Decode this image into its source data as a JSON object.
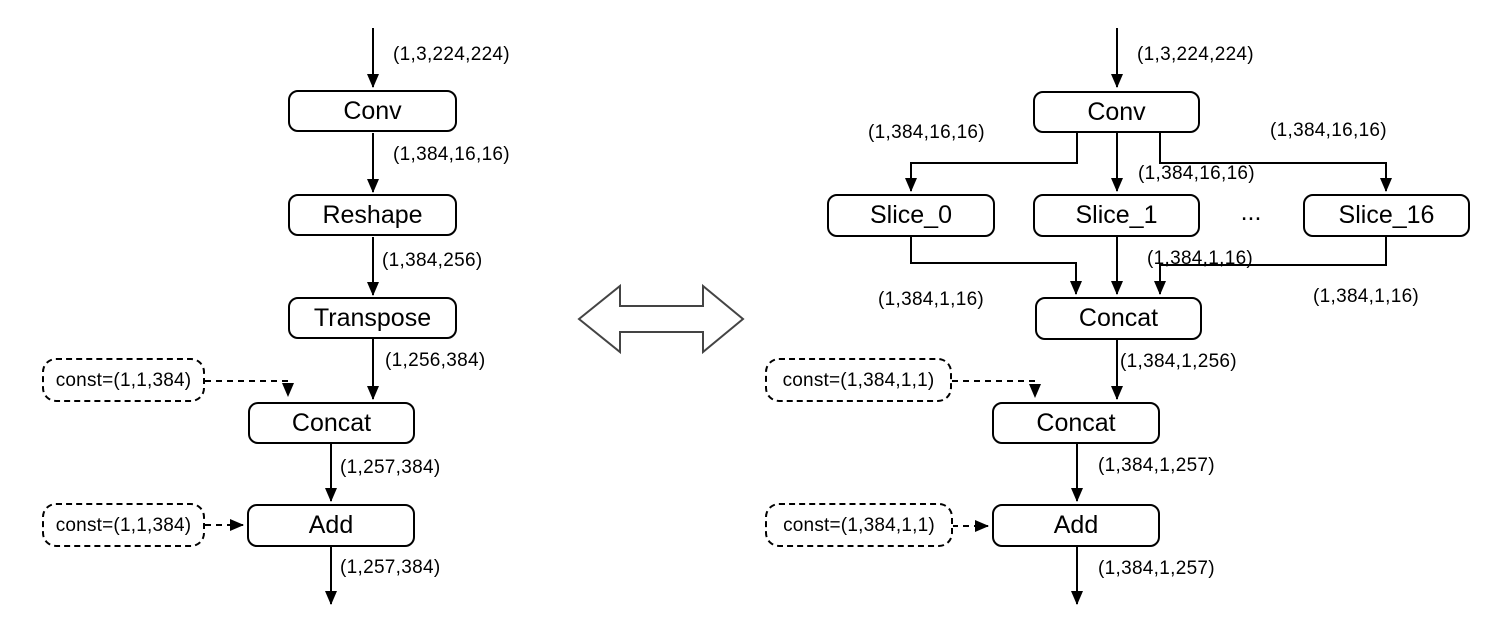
{
  "colors": {
    "stroke": "#000000",
    "background": "#ffffff",
    "equivalence_arrow": "#444444"
  },
  "left": {
    "nodes": {
      "conv": "Conv",
      "reshape": "Reshape",
      "transpose": "Transpose",
      "concat": "Concat",
      "add": "Add"
    },
    "consts": {
      "concat": "const=(1,1,384)",
      "add": "const=(1,1,384)"
    },
    "edges": {
      "input": "(1,3,224,224)",
      "conv_out": "(1,384,16,16)",
      "reshape_out": "(1,384,256)",
      "transpose_out": "(1,256,384)",
      "concat_out": "(1,257,384)",
      "add_out": "(1,257,384)"
    }
  },
  "right": {
    "nodes": {
      "conv": "Conv",
      "slice0": "Slice_0",
      "slice1": "Slice_1",
      "ellipsis": "...",
      "slice16": "Slice_16",
      "concat1": "Concat",
      "concat2": "Concat",
      "add": "Add"
    },
    "consts": {
      "concat": "const=(1,384,1,1)",
      "add": "const=(1,384,1,1)"
    },
    "edges": {
      "input": "(1,3,224,224)",
      "conv_out_left": "(1,384,16,16)",
      "conv_out_mid": "(1,384,16,16)",
      "conv_out_right": "(1,384,16,16)",
      "slice0_out": "(1,384,1,16)",
      "slice1_out": "(1,384,1,16)",
      "slice16_out": "(1,384,1,16)",
      "concat1_out": "(1,384,1,256)",
      "concat2_out": "(1,384,1,257)",
      "add_out": "(1,384,1,257)"
    }
  }
}
